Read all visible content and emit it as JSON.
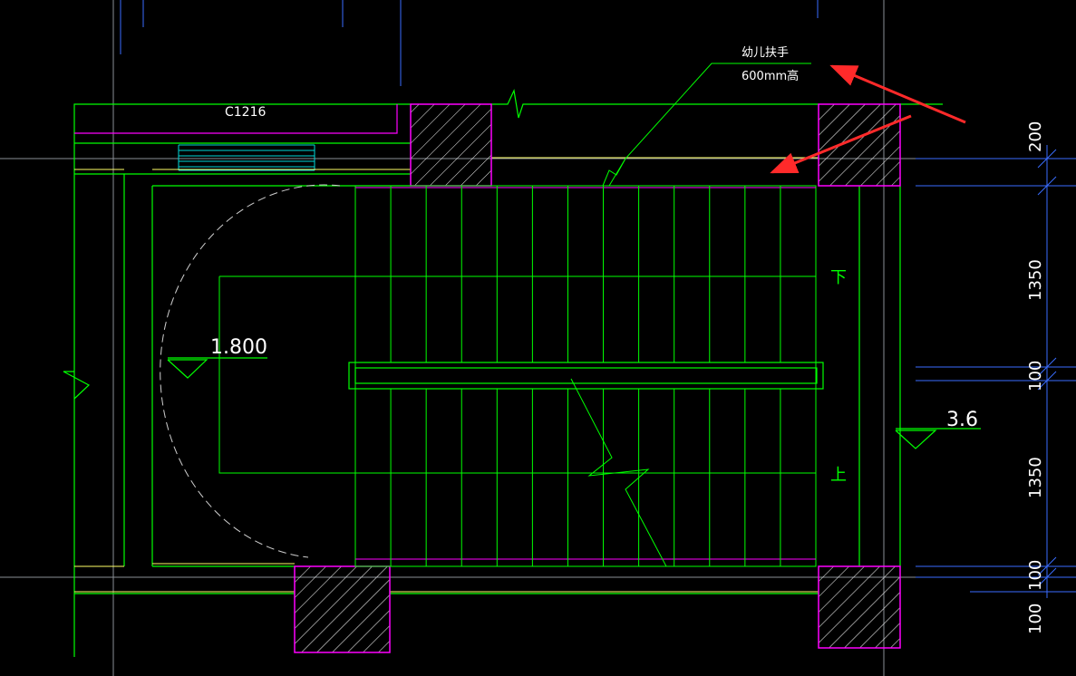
{
  "labels": {
    "window_code": "C1216",
    "handrail_note_line1": "幼儿扶手",
    "handrail_note_line2": "600mm高",
    "landing_level": "1.800",
    "floor_level": "3.6",
    "down_mark": "下",
    "up_mark": "上"
  },
  "dimensions": [
    "200",
    "1350",
    "100",
    "1350",
    "100",
    "100"
  ],
  "colors": {
    "background": "#000000",
    "wall": "#00ff00",
    "magenta": "#ff00ff",
    "yellow": "#ffff66",
    "white": "#ffffff",
    "cyan": "#00ffff",
    "blue": "#3a6cff",
    "axis": "#9aa0a6",
    "arrow": "#ff2a2a"
  }
}
